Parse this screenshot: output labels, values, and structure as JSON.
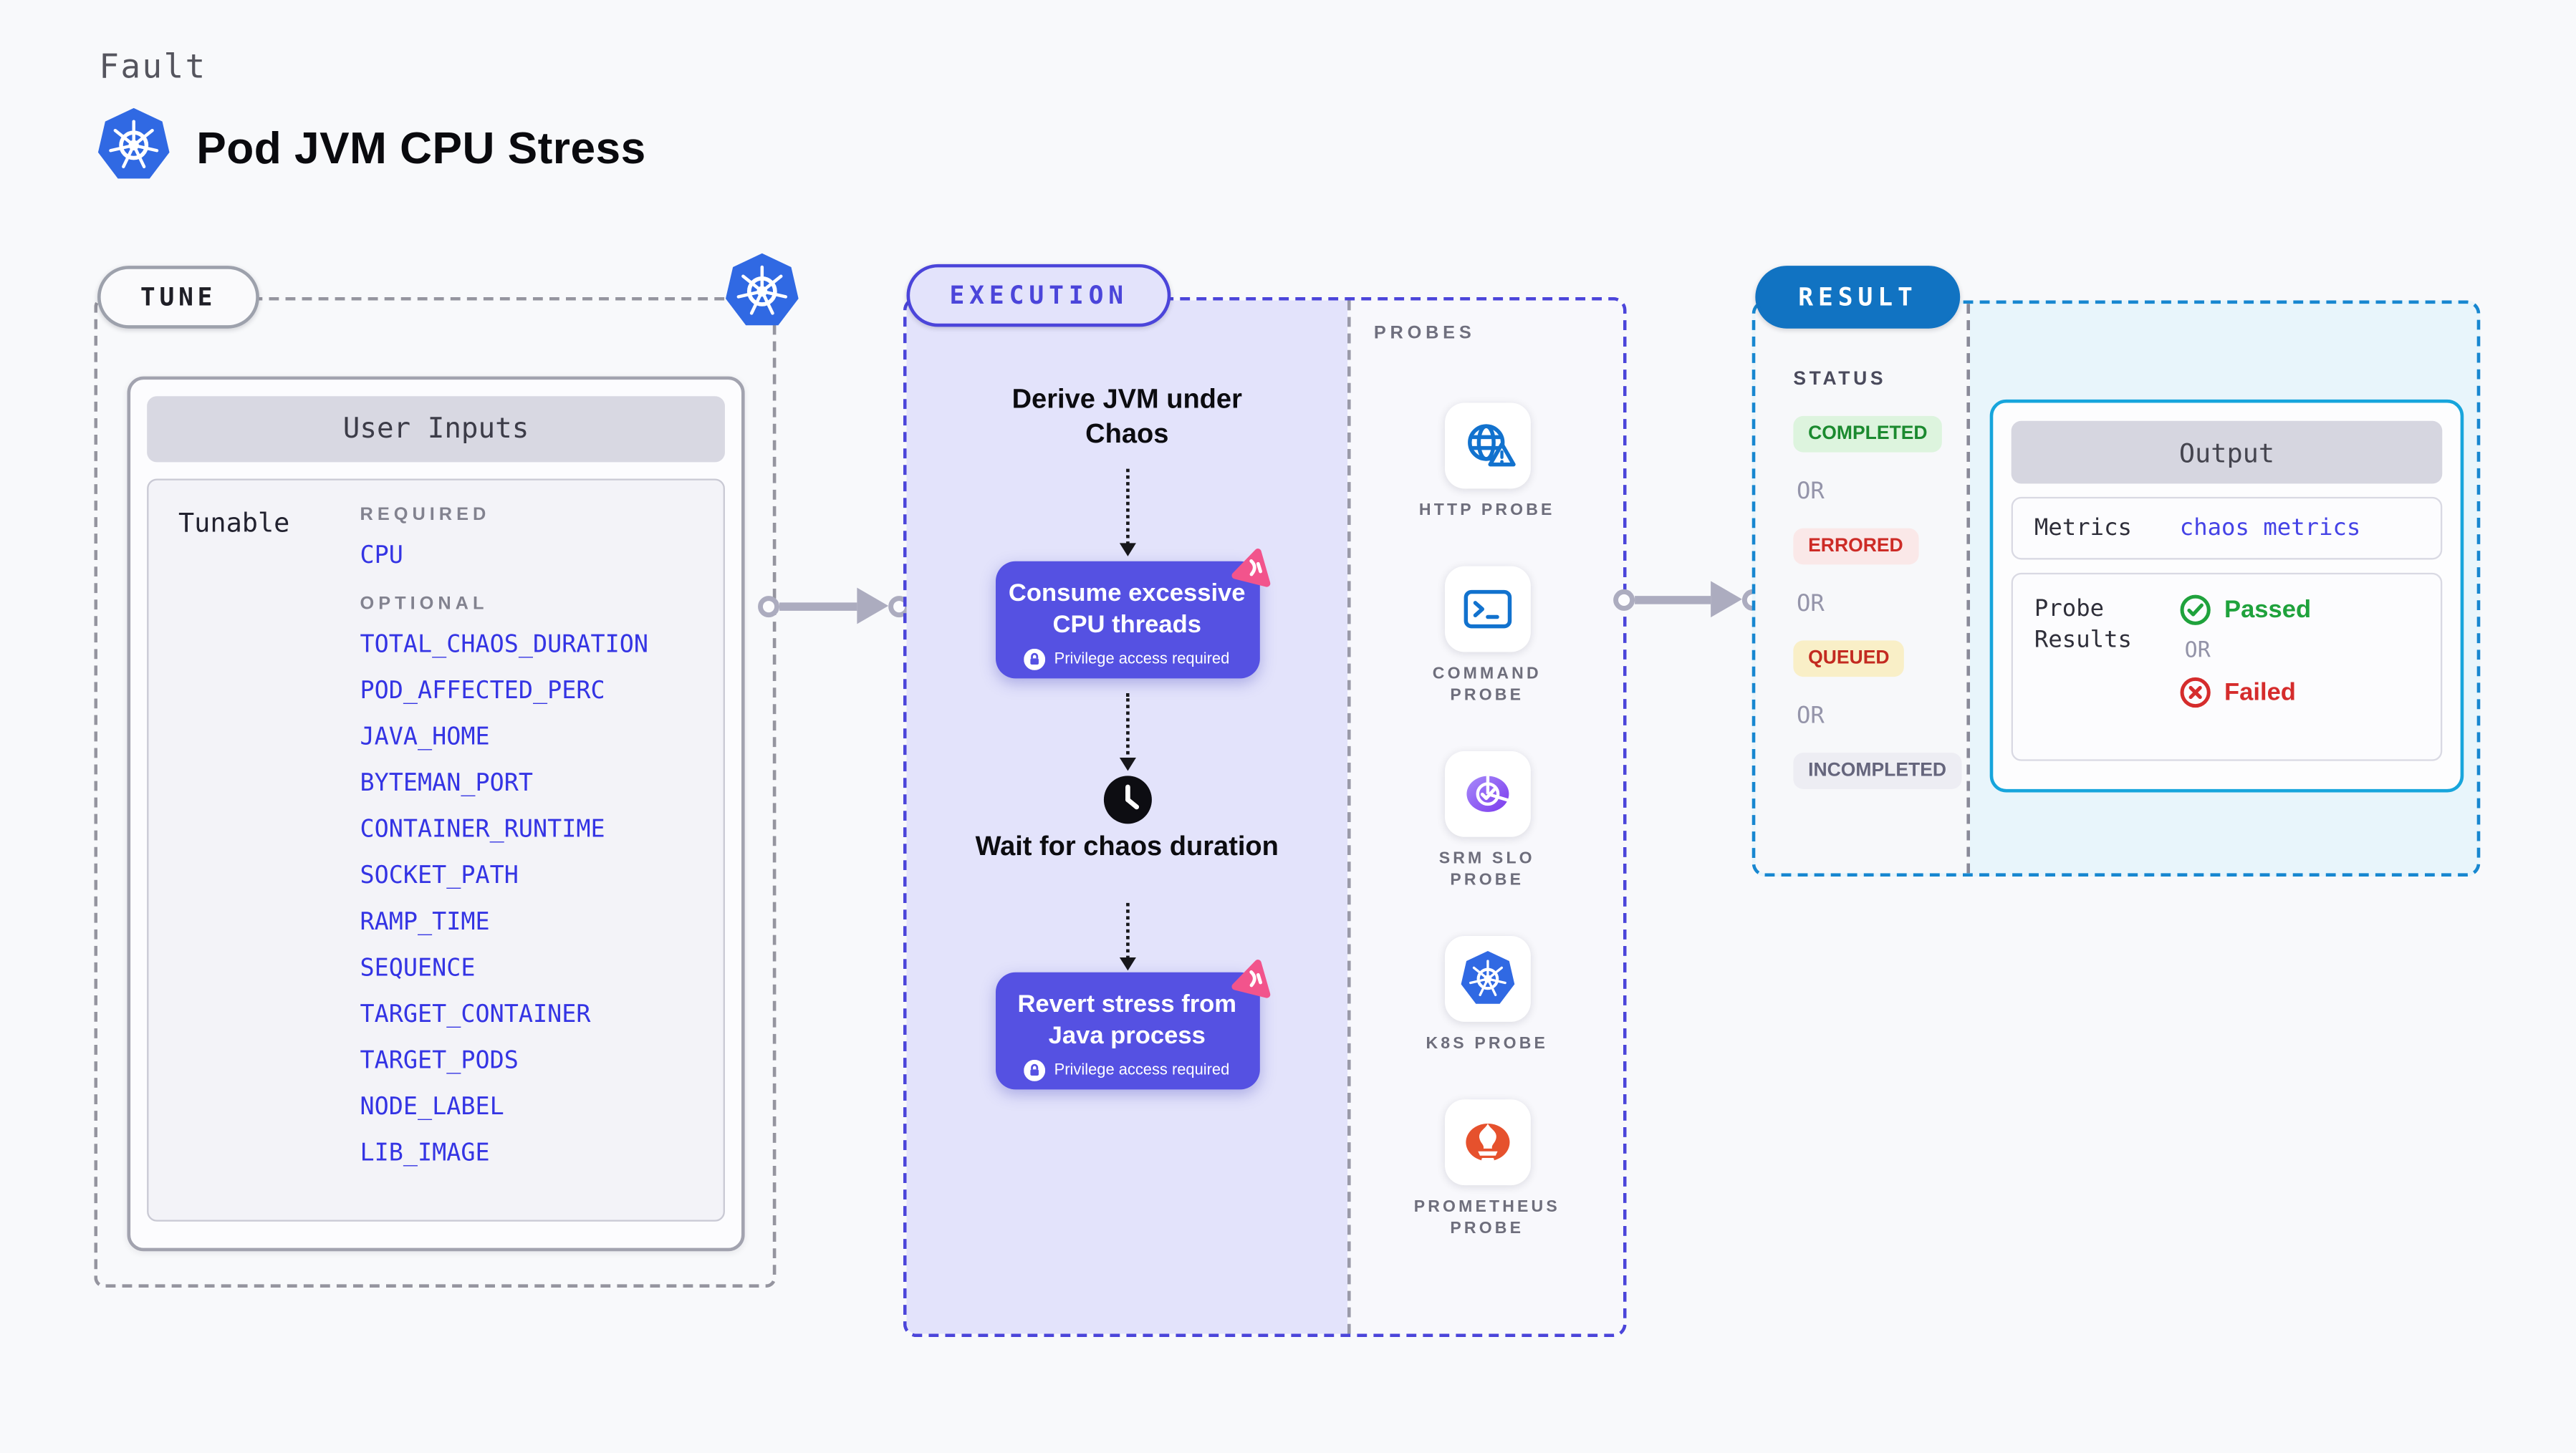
{
  "header": {
    "kicker": "Fault",
    "title": "Pod JVM CPU Stress"
  },
  "tune": {
    "label": "TUNE",
    "card_title": "User Inputs",
    "row_label": "Tunable",
    "required_label": "REQUIRED",
    "required_items": [
      "CPU"
    ],
    "optional_label": "OPTIONAL",
    "optional_items": [
      "TOTAL_CHAOS_DURATION",
      "POD_AFFECTED_PERC",
      "JAVA_HOME",
      "BYTEMAN_PORT",
      "CONTAINER_RUNTIME",
      "SOCKET_PATH",
      "RAMP_TIME",
      "SEQUENCE",
      "TARGET_CONTAINER",
      "TARGET_PODS",
      "NODE_LABEL",
      "LIB_IMAGE"
    ]
  },
  "execution": {
    "label": "EXECUTION",
    "step_derive": "Derive JVM under Chaos",
    "action_consume": "Consume excessive CPU threads",
    "action_consume_badge": "Privilege access required",
    "step_wait": "Wait for chaos duration",
    "action_revert": "Revert stress from Java process",
    "action_revert_badge": "Privilege access required"
  },
  "probes": {
    "label": "PROBES",
    "items": [
      "HTTP PROBE",
      "COMMAND PROBE",
      "SRM SLO PROBE",
      "K8S PROBE",
      "PROMETHEUS PROBE"
    ]
  },
  "result": {
    "label": "RESULT",
    "status_label": "STATUS",
    "or_label": "OR",
    "statuses": [
      "COMPLETED",
      "ERRORED",
      "QUEUED",
      "INCOMPLETED"
    ],
    "output": {
      "title": "Output",
      "metrics_label": "Metrics",
      "metrics_value": "chaos metrics",
      "probe_results_label": "Probe Results",
      "passed_label": "Passed",
      "failed_label": "Failed"
    }
  },
  "colors": {
    "page_bg": "#F8F9FB",
    "accent_indigo": "#4B45DA",
    "execution_bg": "#E3E3FB",
    "action_button": "#5551E2",
    "tunable_link": "#3434E4",
    "result_pill_blue": "#1173C2",
    "result_border": "#1787D0",
    "result_bg": "#E8F5FB",
    "output_border": "#17A5DC",
    "completed_fg": "#1B8A2F",
    "completed_bg": "#DDF4DE",
    "errored_fg": "#CD2B26",
    "errored_bg": "#FAE8E8",
    "queued_fg": "#C32A20",
    "queued_bg": "#F9EFC7",
    "incompleted_fg": "#65657C",
    "incompleted_bg": "#EDEDF3",
    "passed_green": "#1FA23C",
    "failed_red": "#D52C2C",
    "kubernetes_blue": "#3069E3",
    "probe_icon_blue": "#1272CE",
    "srm_purple": "#7C3AED",
    "prometheus_orange": "#E6512D",
    "chaos_pink": "#F2548C",
    "arrow_gray": "#ACACBF"
  }
}
